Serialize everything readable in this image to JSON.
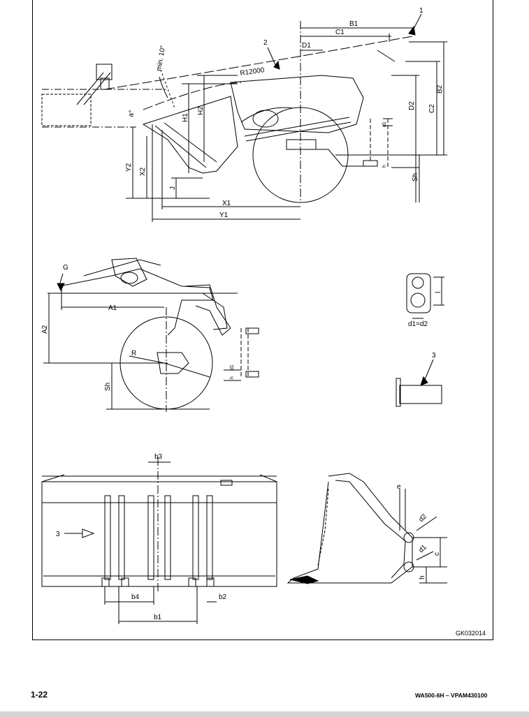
{
  "page": {
    "number": "1-22",
    "doc_code": "WA500-6H – VPAM430100",
    "figure_code": "GK032014"
  },
  "side_view": {
    "callouts": [
      "1",
      "2"
    ],
    "angle_label": "min. 10°",
    "radius_label": "R12000",
    "a_label": "a°",
    "dims": {
      "B1": "B1",
      "C1": "C1",
      "D1": "D1",
      "B2": "B2",
      "C2": "C2",
      "D2": "D2",
      "H1": "H1",
      "H2": "H2",
      "X2": "X2",
      "Y2": "Y2",
      "J": "J",
      "Sh": "Sh",
      "X1": "X1",
      "Y1": "Y1",
      "h": "h",
      "d1": "d1"
    }
  },
  "linkage_view": {
    "G": "G",
    "A1": "A1",
    "A2": "A2",
    "R": "R",
    "Sh": "Sh",
    "h": "h",
    "d1": "d1",
    "l": "l",
    "d1d2": "d1=d2",
    "callout_3": "3"
  },
  "bucket_view": {
    "b3": "b3",
    "callout_3": "3",
    "b4": "b4",
    "b2": "b2",
    "b1": "b1",
    "e": "e",
    "d2": "d2",
    "d1": "d1",
    "c": "c",
    "h": "h"
  }
}
